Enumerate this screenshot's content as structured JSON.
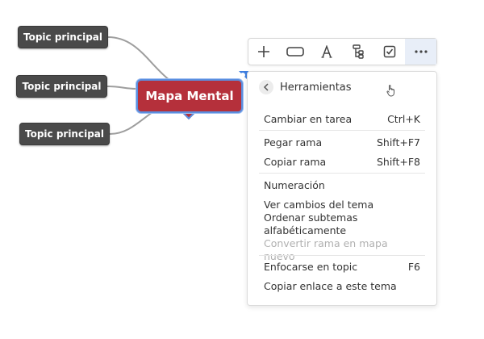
{
  "mindmap": {
    "central_topic": "Mapa Mental",
    "topics": [
      "Topic principal",
      "Topic principal",
      "Topic principal"
    ]
  },
  "toolbar": {
    "buttons": [
      {
        "name": "add-topic",
        "icon": "plus-icon"
      },
      {
        "name": "shape",
        "icon": "rounded-rectangle-icon"
      },
      {
        "name": "text-format",
        "icon": "letter-a-icon"
      },
      {
        "name": "structure",
        "icon": "tree-structure-icon"
      },
      {
        "name": "task",
        "icon": "checkbox-icon"
      },
      {
        "name": "more",
        "icon": "more-dots-icon",
        "active": true
      }
    ]
  },
  "menu": {
    "title": "Herramientas",
    "items": [
      {
        "label": "Cambiar en tarea",
        "shortcut": "Ctrl+K"
      },
      {
        "label": "Pegar rama",
        "shortcut": "Shift+F7"
      },
      {
        "label": "Copiar rama",
        "shortcut": "Shift+F8"
      },
      {
        "label": "Numeración",
        "shortcut": ""
      },
      {
        "label": "Ver cambios del tema",
        "shortcut": ""
      },
      {
        "label": "Ordenar subtemas alfabéticamente",
        "shortcut": ""
      },
      {
        "label": "Convertir rama en mapa nuevo",
        "shortcut": "",
        "disabled": true
      },
      {
        "label": "Enfocarse en topic",
        "shortcut": "F6"
      },
      {
        "label": "Copiar enlace a este tema",
        "shortcut": ""
      }
    ]
  },
  "colors": {
    "central_fill": "#b5303b",
    "selection_border": "#5b8fe0",
    "topic_fill": "#4a4a4a",
    "connector": "#9e9e9e"
  }
}
